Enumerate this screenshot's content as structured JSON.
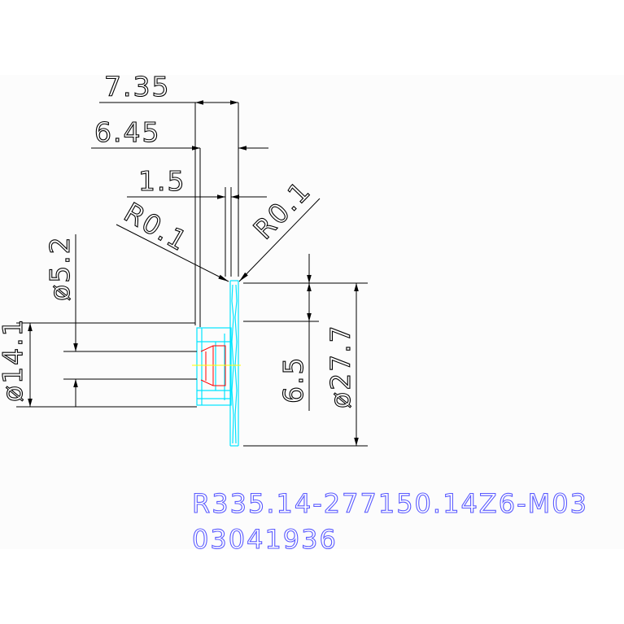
{
  "drawing": {
    "dimensions": {
      "d735": "7.35",
      "d645": "6.45",
      "d15": "1.5",
      "r_left": "R0.1",
      "r_right": "R0.1",
      "dia52": "ø5.2",
      "dia141": "ø14.1",
      "d65": "6.5",
      "dia277": "ø27.7"
    },
    "part_number": "R335.14-277150.14Z6-M03",
    "code": "03041936"
  },
  "colors": {
    "dimension": "#000000",
    "part_outline": "#00e5ff",
    "hidden_lines": "#ff0000",
    "center_line": "#ffff00",
    "part_text": "#5a5aff",
    "background": "#fcfcfc"
  }
}
